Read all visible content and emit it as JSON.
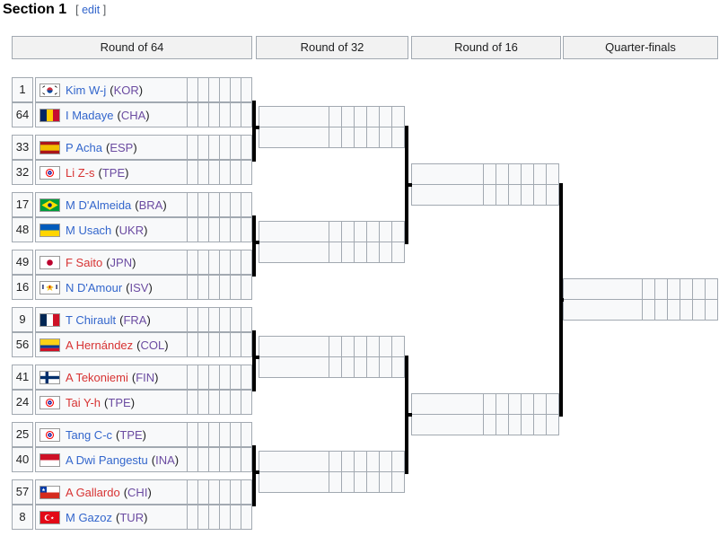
{
  "page": {
    "title": "Section 1",
    "edit_open": "[",
    "edit_label": "edit",
    "edit_close": "]"
  },
  "rounds": [
    {
      "label": "Round of 64"
    },
    {
      "label": "Round of 32"
    },
    {
      "label": "Round of 16"
    },
    {
      "label": "Quarter-finals"
    }
  ],
  "score_columns_per_row": 6,
  "colors": {
    "link_blue": "#3366cc",
    "link_red": "#d73333",
    "link_visited_purple": "#6b4ba1",
    "cell_bg": "#f8f9fa",
    "header_bg": "#f2f2f2",
    "border_gray": "#a2a9b1",
    "connector_black": "#000000"
  },
  "players": [
    {
      "seed": "1",
      "flag": "KOR",
      "name": "Kim W-j",
      "cc": "KOR",
      "link": "blue"
    },
    {
      "seed": "64",
      "flag": "CHA",
      "name": "I Madaye",
      "cc": "CHA",
      "link": "blue"
    },
    {
      "seed": "33",
      "flag": "ESP",
      "name": "P Acha",
      "cc": "ESP",
      "link": "blue"
    },
    {
      "seed": "32",
      "flag": "TPE",
      "name": "Li Z-s",
      "cc": "TPE",
      "link": "red"
    },
    {
      "seed": "17",
      "flag": "BRA",
      "name": "M D'Almeida",
      "cc": "BRA",
      "link": "blue"
    },
    {
      "seed": "48",
      "flag": "UKR",
      "name": "M Usach",
      "cc": "UKR",
      "link": "blue"
    },
    {
      "seed": "49",
      "flag": "JPN",
      "name": "F Saito",
      "cc": "JPN",
      "link": "red"
    },
    {
      "seed": "16",
      "flag": "ISV",
      "name": "N D'Amour",
      "cc": "ISV",
      "link": "blue"
    },
    {
      "seed": "9",
      "flag": "FRA",
      "name": "T Chirault",
      "cc": "FRA",
      "link": "blue"
    },
    {
      "seed": "56",
      "flag": "COL",
      "name": "A Hernández",
      "cc": "COL",
      "link": "red"
    },
    {
      "seed": "41",
      "flag": "FIN",
      "name": "A Tekoniemi",
      "cc": "FIN",
      "link": "red"
    },
    {
      "seed": "24",
      "flag": "TPE",
      "name": "Tai Y-h",
      "cc": "TPE",
      "link": "red"
    },
    {
      "seed": "25",
      "flag": "TPE",
      "name": "Tang C-c",
      "cc": "TPE",
      "link": "blue"
    },
    {
      "seed": "40",
      "flag": "INA",
      "name": "A Dwi Pangestu",
      "cc": "INA",
      "link": "blue"
    },
    {
      "seed": "57",
      "flag": "CHI",
      "name": "A Gallardo",
      "cc": "CHI",
      "link": "red"
    },
    {
      "seed": "8",
      "flag": "TUR",
      "name": "M Gazoz",
      "cc": "TUR",
      "link": "blue"
    }
  ]
}
